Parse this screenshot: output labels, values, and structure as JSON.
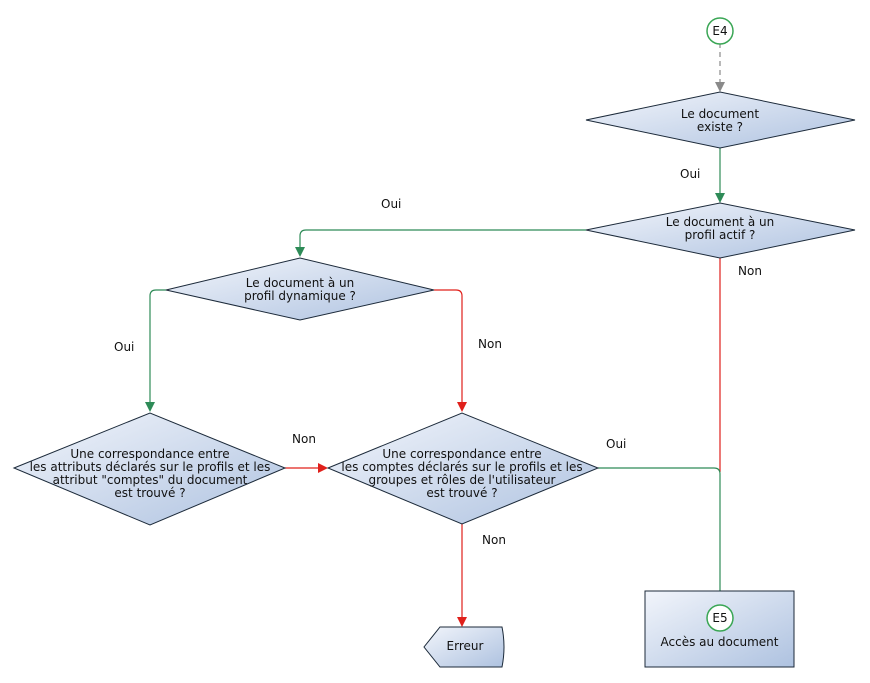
{
  "connectors": {
    "e4": "E4",
    "e5": "E5"
  },
  "nodes": {
    "doc_exists": "Le document\nexiste ?",
    "doc_active_profile": "Le document à un\nprofil actif ?",
    "doc_dynamic_profile": "Le document à un\nprofil dynamique ?",
    "attr_match": "Une correspondance entre\nles attributs déclarés sur le profils et les\nattribut \"comptes\" du document\nest trouvé ?",
    "accounts_match": "Une correspondance entre\nles comptes déclarés sur le profils et les\ngroupes et rôles de l'utilisateur\nest trouvé ?",
    "error": "Erreur",
    "access": "Accès au document"
  },
  "edges": {
    "exists_yes": "Oui",
    "active_yes": "Oui",
    "active_no": "Non",
    "dynamic_yes": "Oui",
    "dynamic_no": "Non",
    "attr_no": "Non",
    "accounts_yes": "Oui",
    "accounts_no": "Non"
  },
  "colors": {
    "yes_edge": "#2e8b57",
    "no_edge": "#e0201b",
    "dashed_edge": "#8a8a8a",
    "shape_fill_light": "#eef2f9",
    "shape_fill_dark": "#b4c6e2",
    "shape_stroke": "#1c2a3a",
    "connector_stroke": "#3aa655"
  }
}
